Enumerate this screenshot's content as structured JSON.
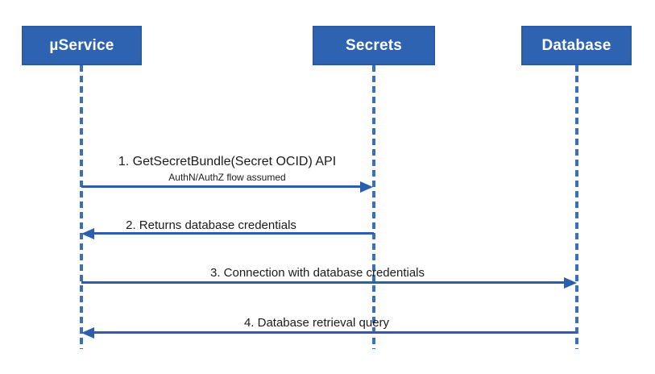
{
  "diagram": {
    "type": "sequence-diagram",
    "colors": {
      "box_fill": "#2e63b1",
      "box_border": "#2a5aa4",
      "box_text": "#ffffff",
      "lifeline": "#3b6fbe",
      "arrow": "#2b5fae",
      "label_text": "#1b1b1b",
      "background": "#ffffff"
    },
    "participants": [
      {
        "id": "uservice",
        "label": "µService"
      },
      {
        "id": "secrets",
        "label": "Secrets"
      },
      {
        "id": "database",
        "label": "Database"
      }
    ],
    "messages": [
      {
        "label": "1. GetSecretBundle(Secret OCID) API",
        "sublabel": "AuthN/AuthZ flow assumed",
        "from": "uservice",
        "to": "secrets",
        "direction": "right"
      },
      {
        "label": "2. Returns database credentials",
        "from": "secrets",
        "to": "uservice",
        "direction": "left"
      },
      {
        "label": "3. Connection with database credentials",
        "from": "uservice",
        "to": "database",
        "direction": "right"
      },
      {
        "label": "4. Database retrieval query",
        "from": "database",
        "to": "uservice",
        "direction": "left"
      }
    ]
  }
}
